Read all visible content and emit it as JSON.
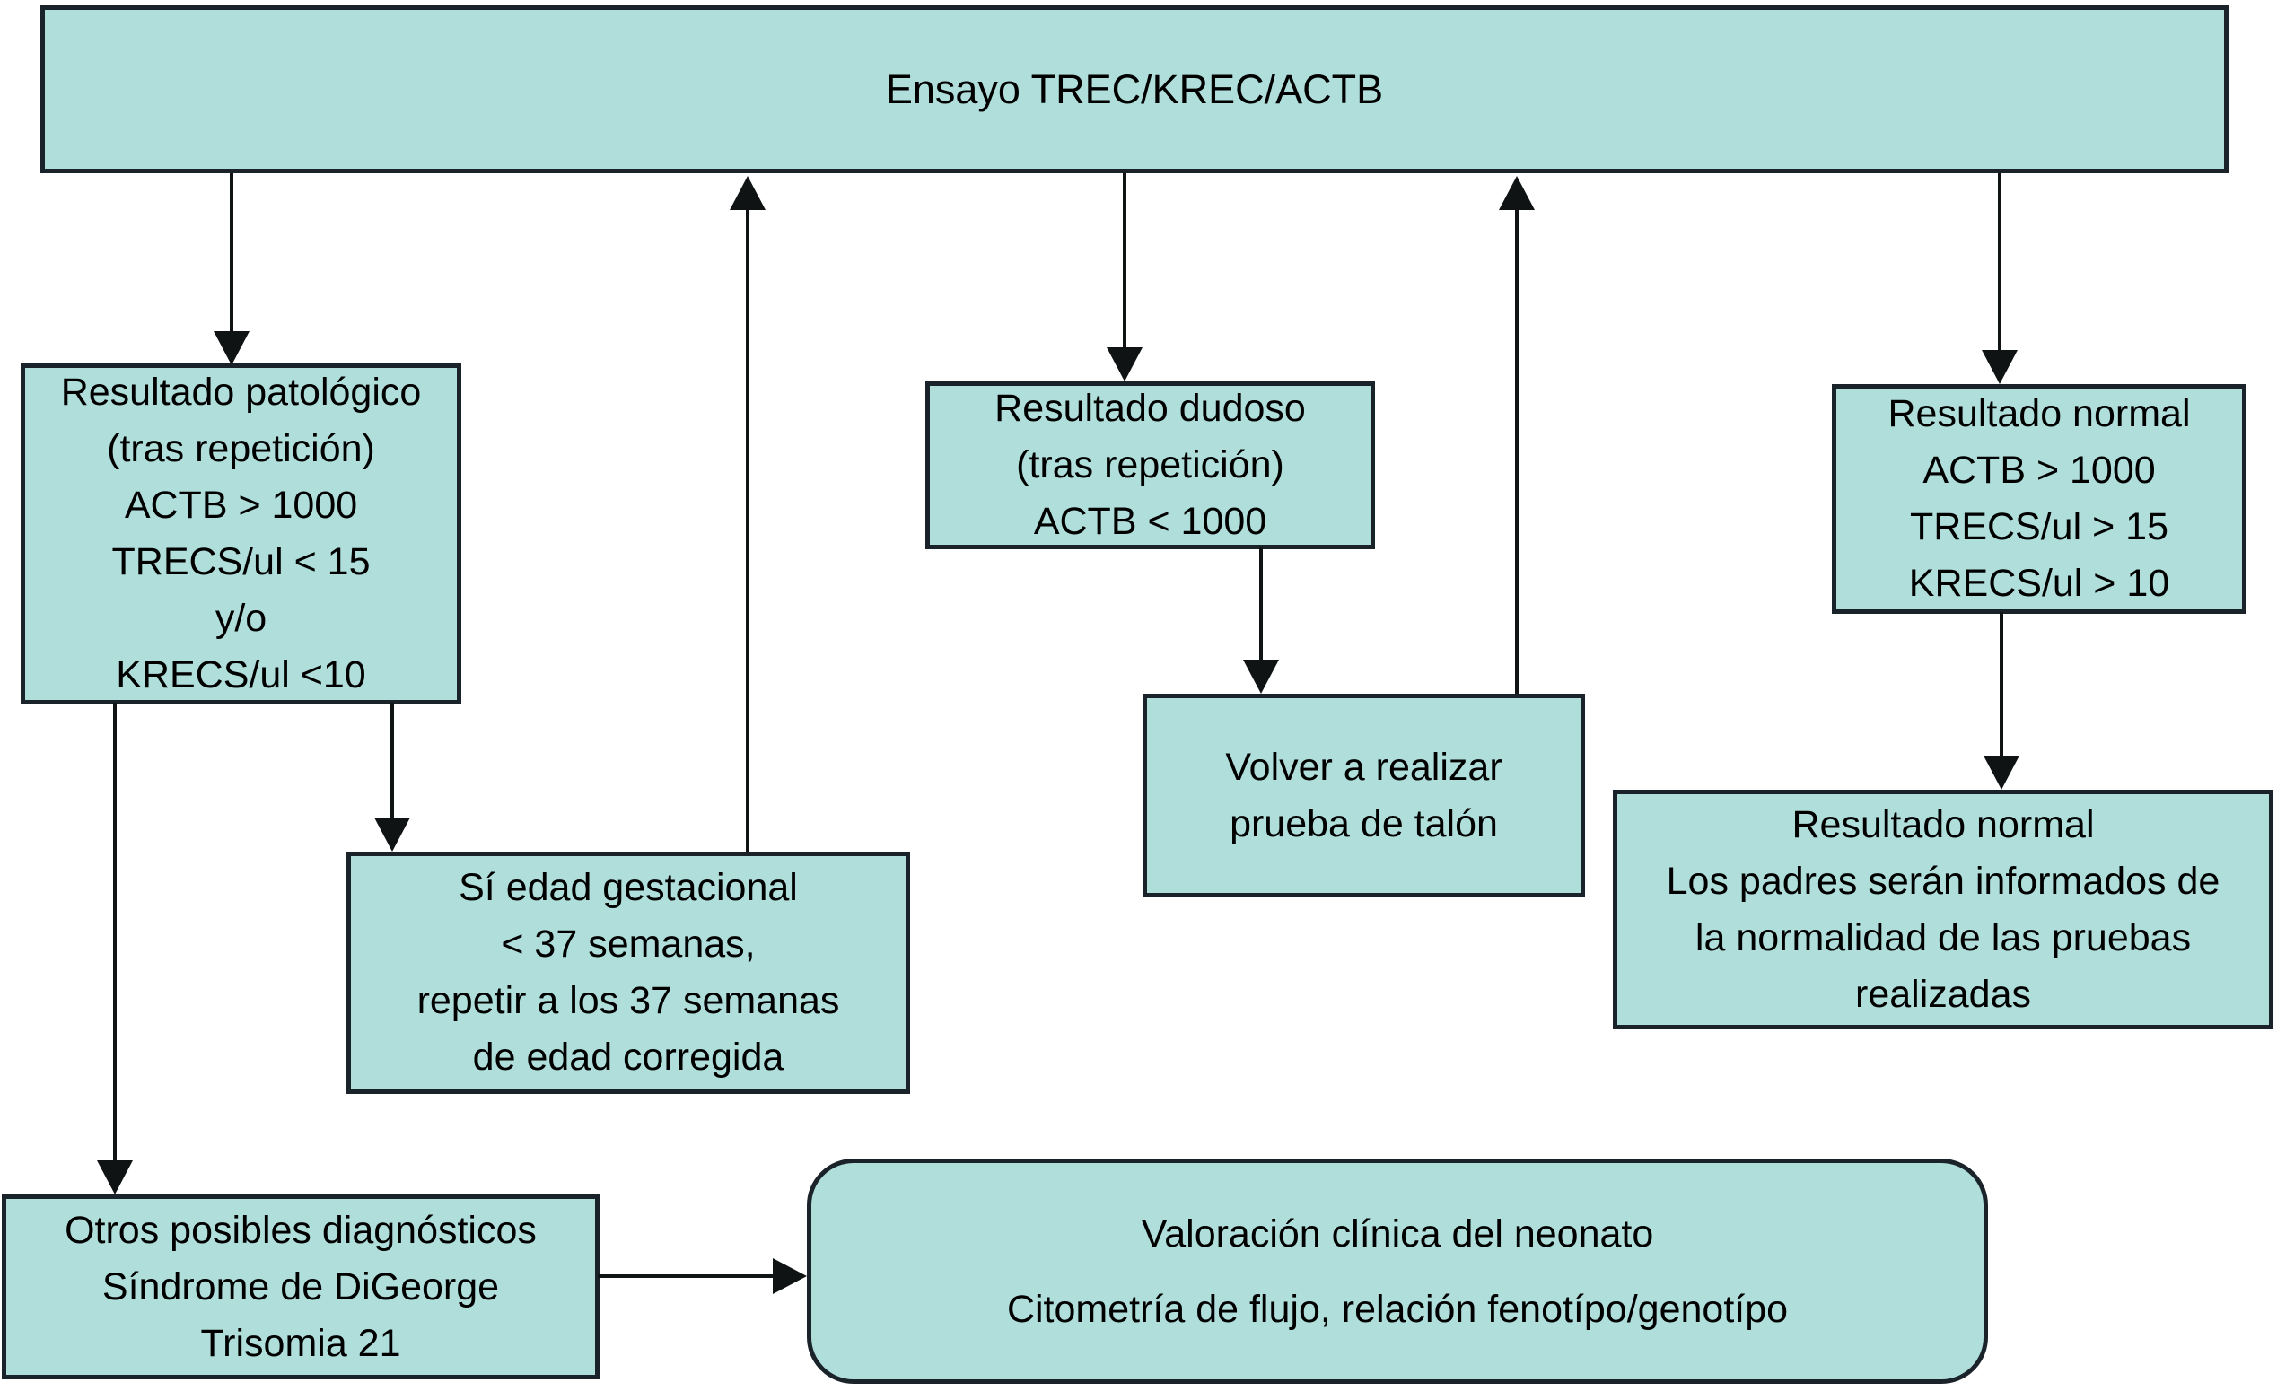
{
  "diagram_title": "Ensayo TREC/KREC/ACTB",
  "colors": {
    "box_fill": "#afdedb",
    "box_border": "#1b232a",
    "arrow": "#101314",
    "background": "#ffffff",
    "text": "#000000"
  },
  "nodes": {
    "top": {
      "lines": [
        "Ensayo TREC/KREC/ACTB"
      ]
    },
    "pathological": {
      "lines": [
        "Resultado patológico",
        "(tras repetición)",
        "ACTB > 1000",
        "TRECS/ul < 15",
        "y/o",
        "KRECS/ul <10"
      ]
    },
    "doubtful": {
      "lines": [
        "Resultado dudoso",
        "(tras repetición)",
        "ACTB < 1000"
      ]
    },
    "normal": {
      "lines": [
        "Resultado normal",
        "ACTB > 1000",
        "TRECS/ul > 15",
        "KRECS/ul > 10"
      ]
    },
    "gestational": {
      "lines": [
        "Sí edad gestacional",
        "< 37 semanas,",
        "repetir a los 37 semanas",
        "de edad corregida"
      ]
    },
    "repeat_heel": {
      "lines": [
        "Volver a realizar",
        "prueba de talón"
      ]
    },
    "normal_informed": {
      "lines": [
        "Resultado normal",
        "Los padres serán informados de",
        "la normalidad de las pruebas",
        "realizadas"
      ]
    },
    "other_diagnoses": {
      "lines": [
        "Otros posibles diagnósticos",
        "Síndrome de DiGeorge",
        "Trisomia 21"
      ]
    },
    "clinical": {
      "lines": [
        "Valoración clínica del neonato",
        "Citometría de flujo, relación fenotípo/genotípo"
      ]
    }
  }
}
